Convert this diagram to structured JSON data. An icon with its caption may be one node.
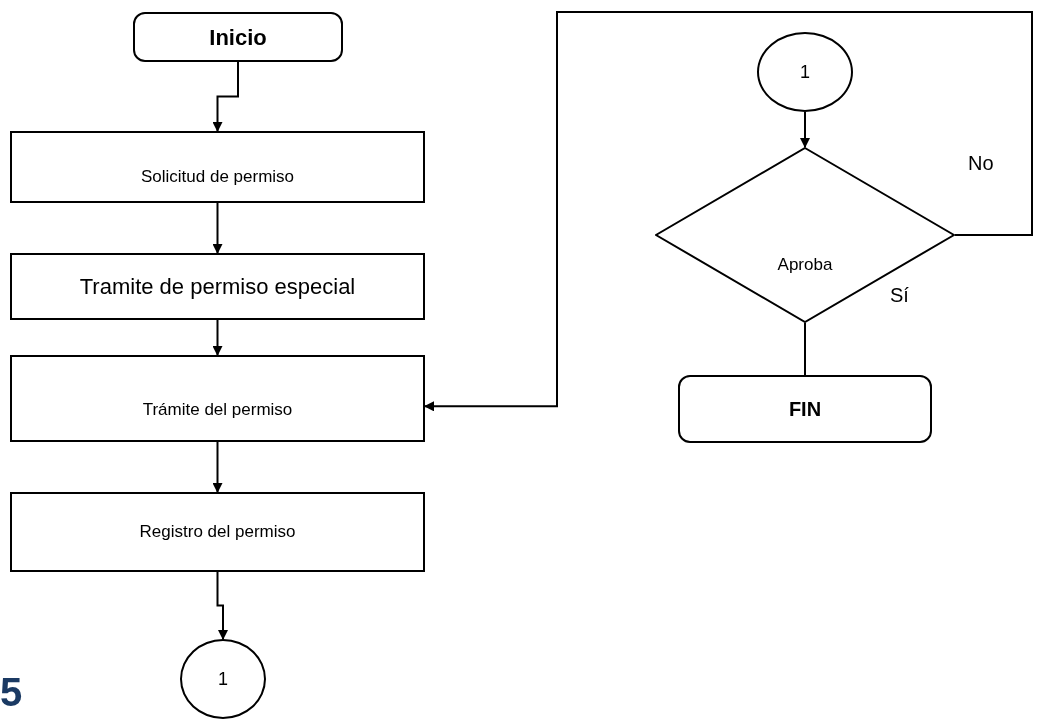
{
  "diagram": {
    "nodes": [
      {
        "text": [
          "Inicio"
        ]
      },
      {
        "text": [
          "Solicitud de permiso"
        ]
      },
      {
        "text": [
          "Tramite de permiso especial"
        ]
      },
      {
        "text": [
          "Trámite del permiso"
        ]
      },
      {
        "text": [
          "Registro del permiso"
        ]
      },
      {
        "text": [
          "1"
        ]
      },
      {
        "text": [
          "1"
        ]
      },
      {
        "text": [
          "Aproba"
        ]
      },
      {
        "text": [
          "FIN"
        ]
      }
    ],
    "edges": [
      {
        "from": 0,
        "to": 1,
        "arrow": "to"
      },
      {
        "from": 1,
        "to": 2,
        "arrow": "to"
      },
      {
        "from": 2,
        "to": 3,
        "arrow": "to"
      },
      {
        "from": 3,
        "to": 4,
        "arrow": "to"
      },
      {
        "from": 4,
        "to": 5,
        "arrow": "to"
      },
      {
        "from": 6,
        "to": 7,
        "arrow": "to"
      },
      {
        "from": 7,
        "to": 8,
        "arrow": "none",
        "label": "Sí"
      },
      {
        "from": 7,
        "to": 3,
        "arrow": "to",
        "label": "No"
      }
    ],
    "labels": [
      "5"
    ]
  }
}
